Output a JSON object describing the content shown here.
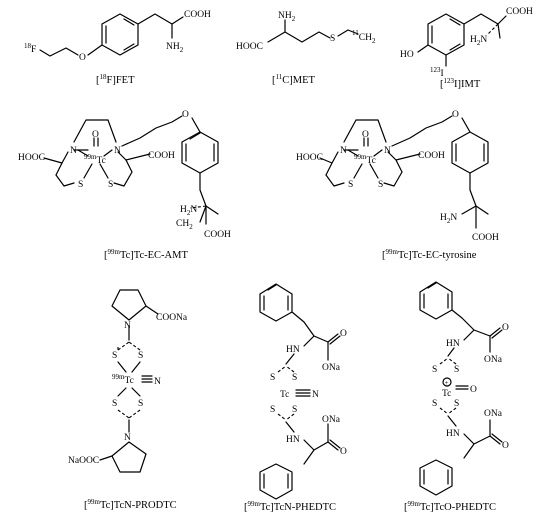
{
  "compounds": [
    {
      "caption_pre": "[",
      "caption_iso": "18",
      "caption_post": "F]FET"
    },
    {
      "caption_pre": "[",
      "caption_iso": "11",
      "caption_post": "C]MET"
    },
    {
      "caption_pre": "[",
      "caption_iso": "123",
      "caption_post": "I]IMT"
    },
    {
      "caption_pre": "[",
      "caption_iso": "99m",
      "caption_post": "Tc]Tc-EC-AMT"
    },
    {
      "caption_pre": "[",
      "caption_iso": "99m",
      "caption_post": "Tc]Tc-EC-tyrosine"
    },
    {
      "caption_pre": "[",
      "caption_iso": "99m",
      "caption_post": "Tc]TcN-PRODTC"
    },
    {
      "caption_pre": "[",
      "caption_iso": "99m",
      "caption_post": "Tc]TcN-PHEDTC"
    },
    {
      "caption_pre": "[",
      "caption_iso": "99m",
      "caption_post": "Tc]TcO-PHEDTC"
    }
  ],
  "atoms": {
    "cooh": "COOH",
    "hooc": "HOOC",
    "nh2": "NH",
    "h2n": "H",
    "n_sub": "2",
    "h2n_tail": "N",
    "f": "F",
    "f_iso": "18",
    "o": "O",
    "s": "S",
    "ch3": "CH",
    "c_iso": "11",
    "ho": "HO",
    "i": "I",
    "i_iso": "123",
    "n": "N",
    "tc": "Tc",
    "tc_iso": "99m",
    "coona": "COONa",
    "naooc": "NaOOC",
    "ona": "ONa",
    "hn": "HN",
    "plus": "+"
  }
}
